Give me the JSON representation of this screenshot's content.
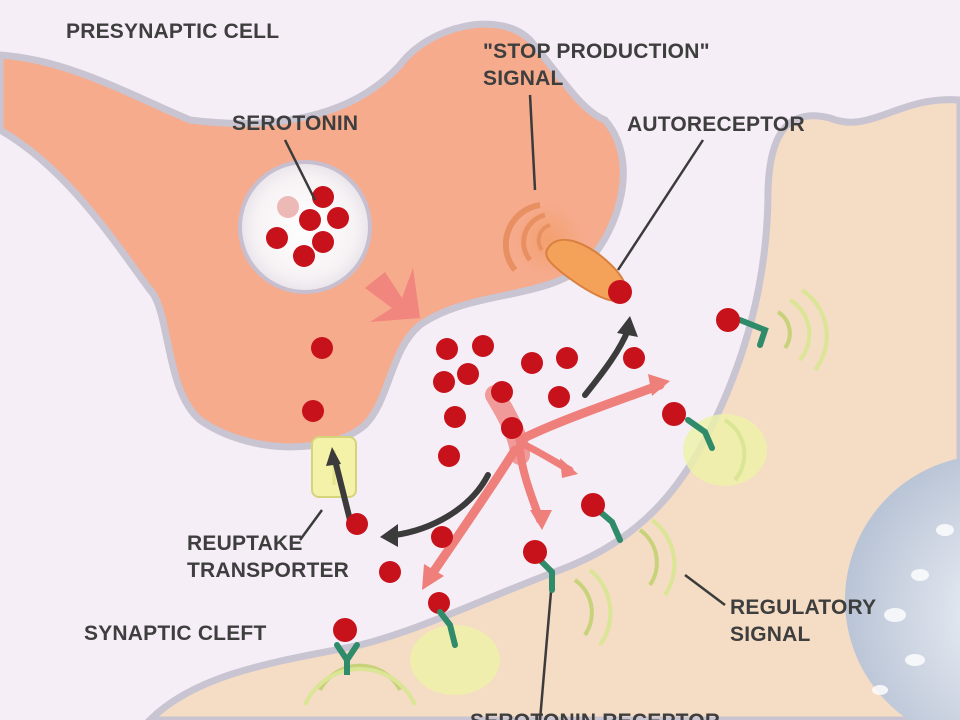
{
  "labels": {
    "presynaptic_cell": "PRESYNAPTIC CELL",
    "serotonin_top": "SEROTONIN",
    "stop_signal": "\"STOP PRODUCTION\"\nSIGNAL",
    "autoreceptor": "AUTORECEPTOR",
    "reuptake_transporter": "REUPTAKE\nTRANSPORTER",
    "synaptic_cleft": "SYNAPTIC CLEFT",
    "regulatory_signal": "REGULATORY\nSIGNAL",
    "serotonin_receptor_cut": "SEROTONIN RECEPTOR"
  },
  "colors": {
    "background": "#f6eef6",
    "presynaptic_fill": "#f6ab8d",
    "presynaptic_outline": "#c9c4d1",
    "postsynaptic_fill": "#f5dcc4",
    "serotonin_molecule": "#c8121b",
    "arrow_salmon": "#ee7f7a",
    "arrow_dark": "#3b3b3b",
    "receptor_green": "#2f8b6a",
    "signal_yellow": "#eaf0a2"
  }
}
